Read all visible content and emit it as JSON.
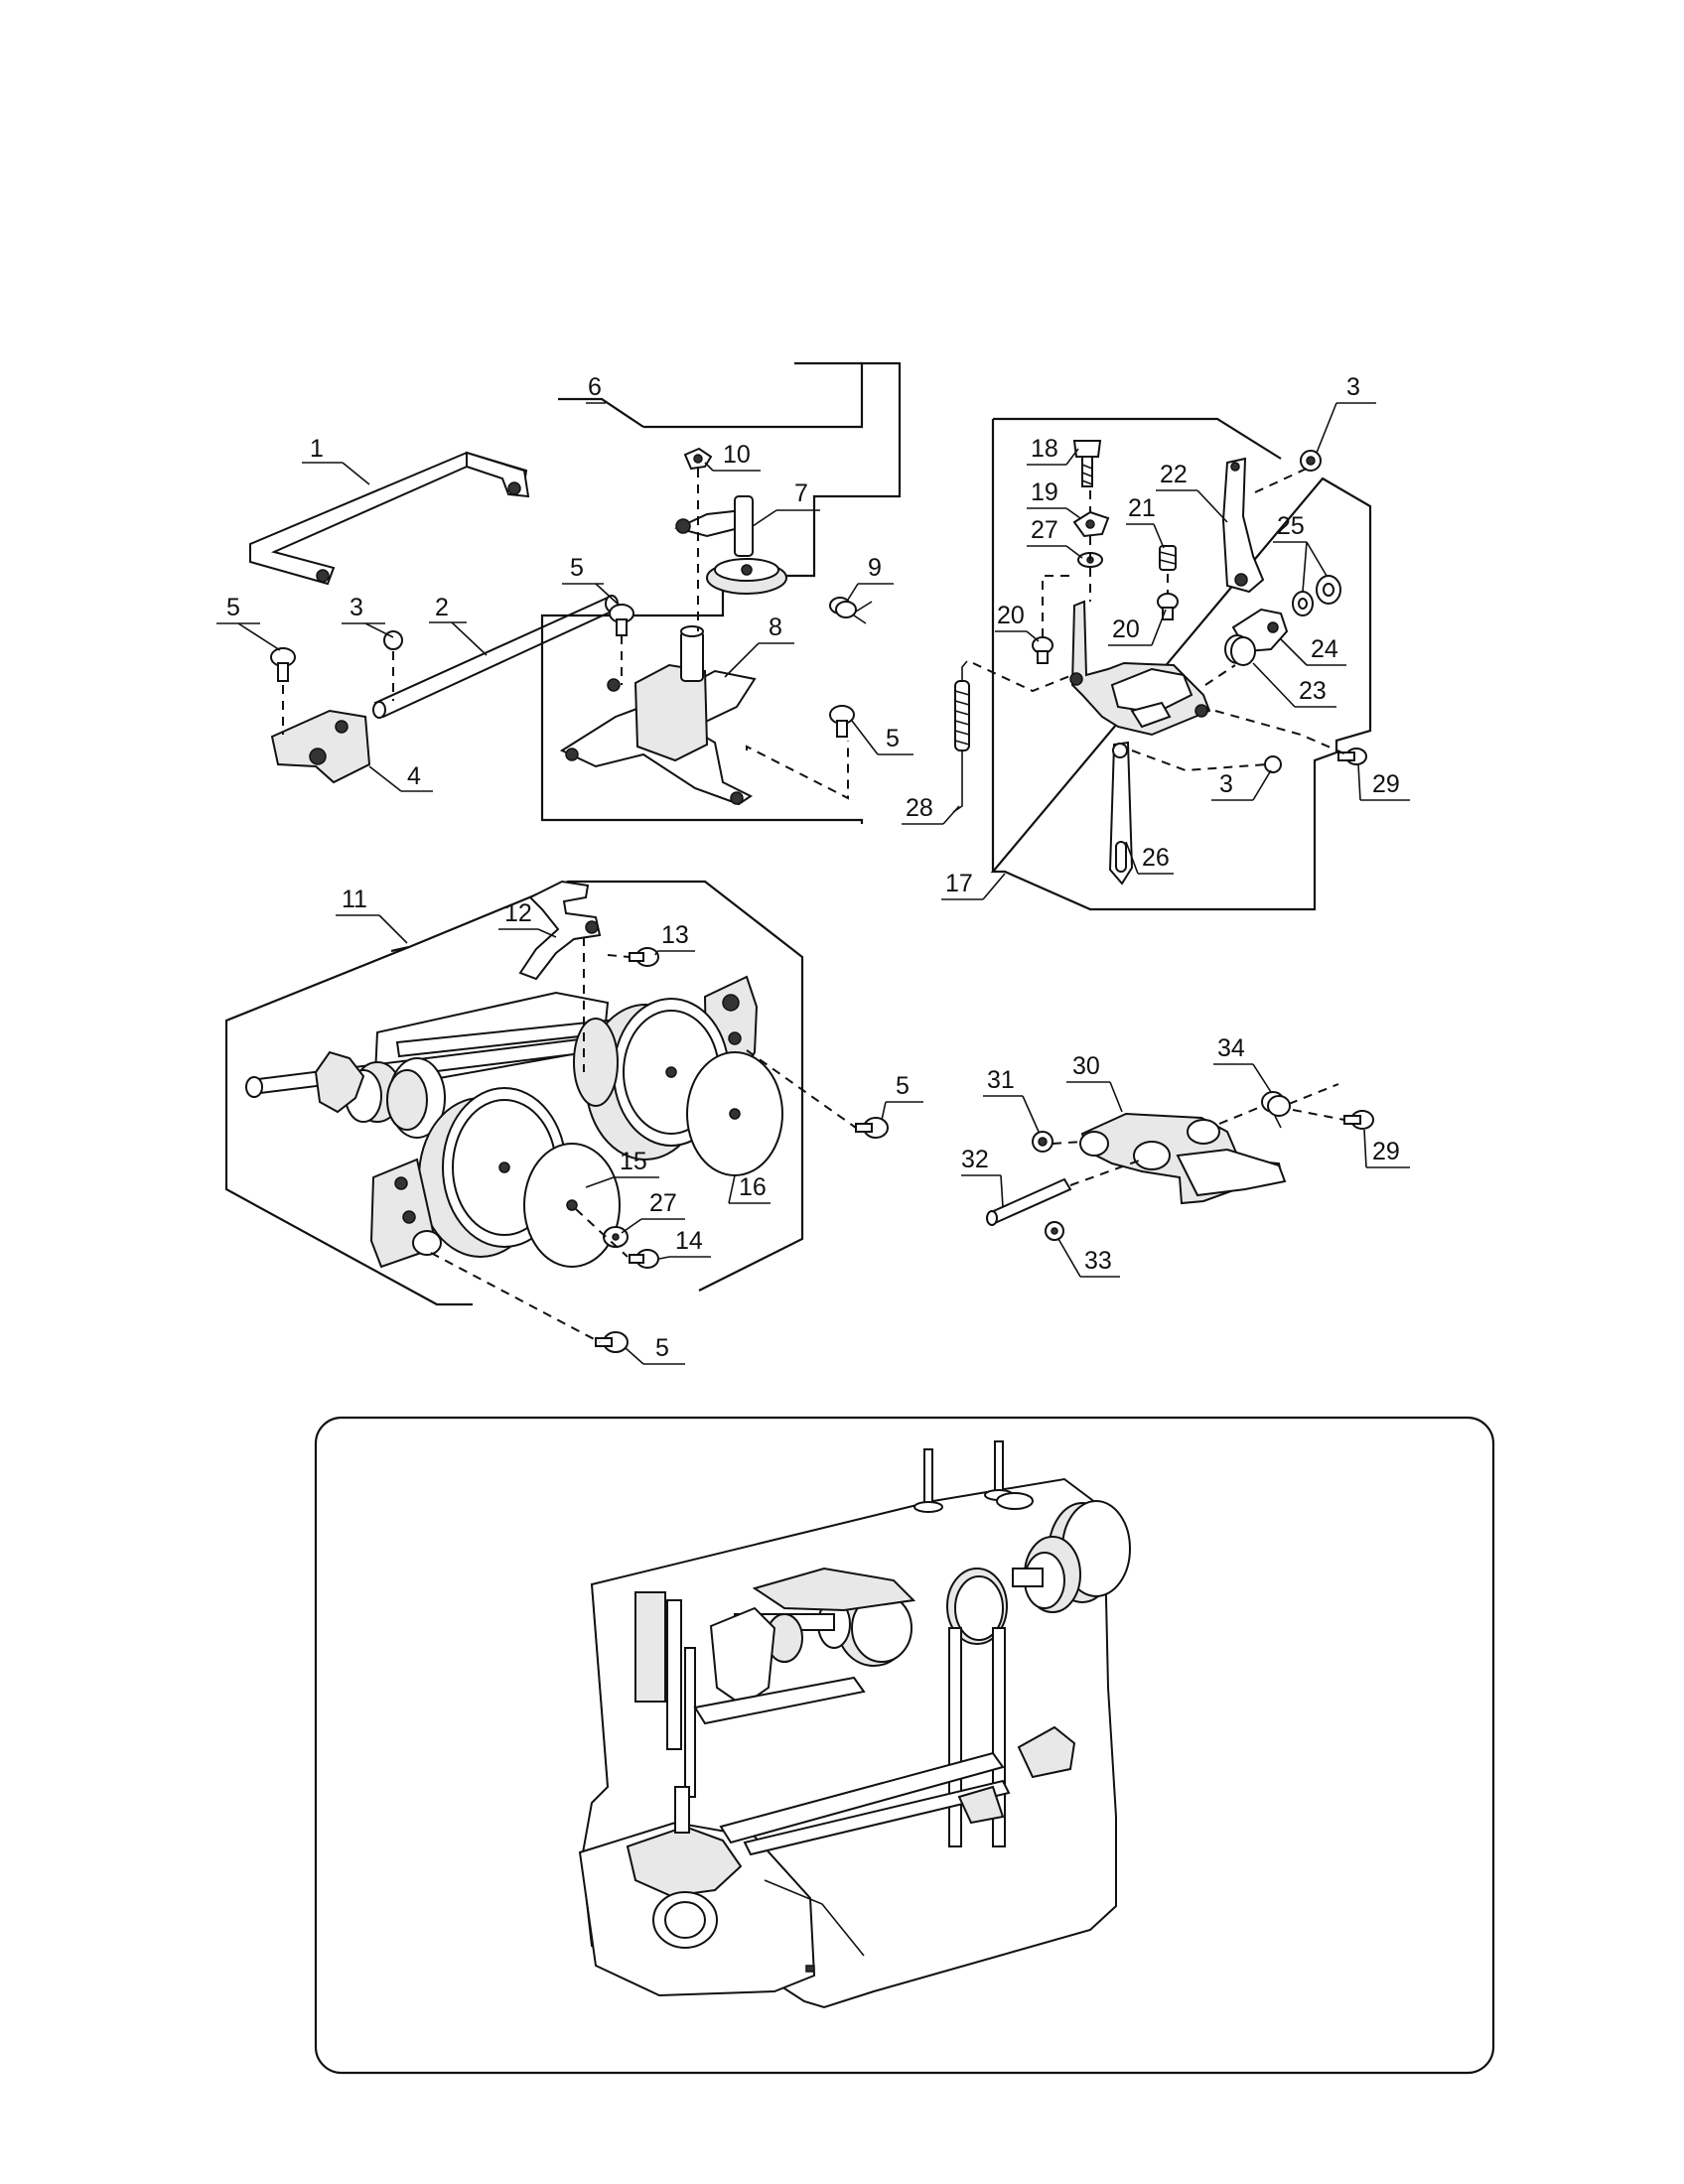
{
  "callouts": [
    {
      "id": "c1",
      "text": "1"
    },
    {
      "id": "c2",
      "text": "2"
    },
    {
      "id": "c3a",
      "text": "3"
    },
    {
      "id": "c4",
      "text": "4"
    },
    {
      "id": "c5a",
      "text": "5"
    },
    {
      "id": "c5b",
      "text": "5"
    },
    {
      "id": "c6",
      "text": "6"
    },
    {
      "id": "c7",
      "text": "7"
    },
    {
      "id": "c8",
      "text": "8"
    },
    {
      "id": "c9",
      "text": "9"
    },
    {
      "id": "c10",
      "text": "10"
    },
    {
      "id": "c5c",
      "text": "5"
    },
    {
      "id": "c3b",
      "text": "3"
    },
    {
      "id": "c18",
      "text": "18"
    },
    {
      "id": "c19",
      "text": "19"
    },
    {
      "id": "c27a",
      "text": "27"
    },
    {
      "id": "c20a",
      "text": "20"
    },
    {
      "id": "c21",
      "text": "21"
    },
    {
      "id": "c20b",
      "text": "20"
    },
    {
      "id": "c22",
      "text": "22"
    },
    {
      "id": "c25",
      "text": "25"
    },
    {
      "id": "c24",
      "text": "24"
    },
    {
      "id": "c23",
      "text": "23"
    },
    {
      "id": "c29a",
      "text": "29"
    },
    {
      "id": "c3c",
      "text": "3"
    },
    {
      "id": "c26",
      "text": "26"
    },
    {
      "id": "c28",
      "text": "28"
    },
    {
      "id": "c17",
      "text": "17"
    },
    {
      "id": "c11",
      "text": "11"
    },
    {
      "id": "c12",
      "text": "12"
    },
    {
      "id": "c13",
      "text": "13"
    },
    {
      "id": "c5d",
      "text": "5"
    },
    {
      "id": "c16",
      "text": "16"
    },
    {
      "id": "c15",
      "text": "15"
    },
    {
      "id": "c27b",
      "text": "27"
    },
    {
      "id": "c14",
      "text": "14"
    },
    {
      "id": "c5e",
      "text": "5"
    },
    {
      "id": "c31",
      "text": "31"
    },
    {
      "id": "c30",
      "text": "30"
    },
    {
      "id": "c34",
      "text": "34"
    },
    {
      "id": "c29b",
      "text": "29"
    },
    {
      "id": "c32",
      "text": "32"
    },
    {
      "id": "c33",
      "text": "33"
    }
  ]
}
